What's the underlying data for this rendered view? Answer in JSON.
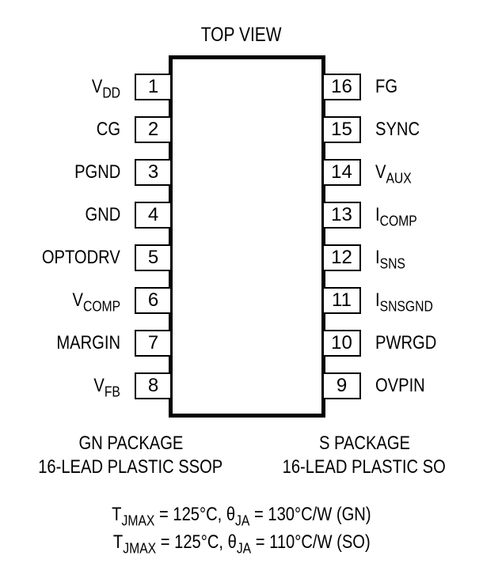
{
  "title": "TOP VIEW",
  "left_pins": [
    {
      "num": "1",
      "name": "V",
      "sub": "DD"
    },
    {
      "num": "2",
      "name": "CG",
      "sub": ""
    },
    {
      "num": "3",
      "name": "PGND",
      "sub": ""
    },
    {
      "num": "4",
      "name": "GND",
      "sub": ""
    },
    {
      "num": "5",
      "name": "OPTODRV",
      "sub": ""
    },
    {
      "num": "6",
      "name": "V",
      "sub": "COMP"
    },
    {
      "num": "7",
      "name": "MARGIN",
      "sub": ""
    },
    {
      "num": "8",
      "name": "V",
      "sub": "FB"
    }
  ],
  "right_pins": [
    {
      "num": "16",
      "name": "FG",
      "sub": ""
    },
    {
      "num": "15",
      "name": "SYNC",
      "sub": ""
    },
    {
      "num": "14",
      "name": "V",
      "sub": "AUX"
    },
    {
      "num": "13",
      "name": "I",
      "sub": "COMP"
    },
    {
      "num": "12",
      "name": "I",
      "sub": "SNS"
    },
    {
      "num": "11",
      "name": "I",
      "sub": "SNSGND"
    },
    {
      "num": "10",
      "name": "PWRGD",
      "sub": ""
    },
    {
      "num": "9",
      "name": "OVPIN",
      "sub": ""
    }
  ],
  "packages": {
    "gn": {
      "line1": "GN PACKAGE",
      "line2": "16-LEAD PLASTIC SSOP"
    },
    "s": {
      "line1": "S PACKAGE",
      "line2": "16-LEAD PLASTIC SO"
    }
  },
  "thermal": [
    {
      "t": "T",
      "t_sub": "JMAX",
      "mid": " = 125°C, θ",
      "theta_sub": "JA",
      "rest": " = 130°C/W (GN)"
    },
    {
      "t": "T",
      "t_sub": "JMAX",
      "mid": " = 125°C, θ",
      "theta_sub": "JA",
      "rest": " = 110°C/W (SO)"
    }
  ]
}
